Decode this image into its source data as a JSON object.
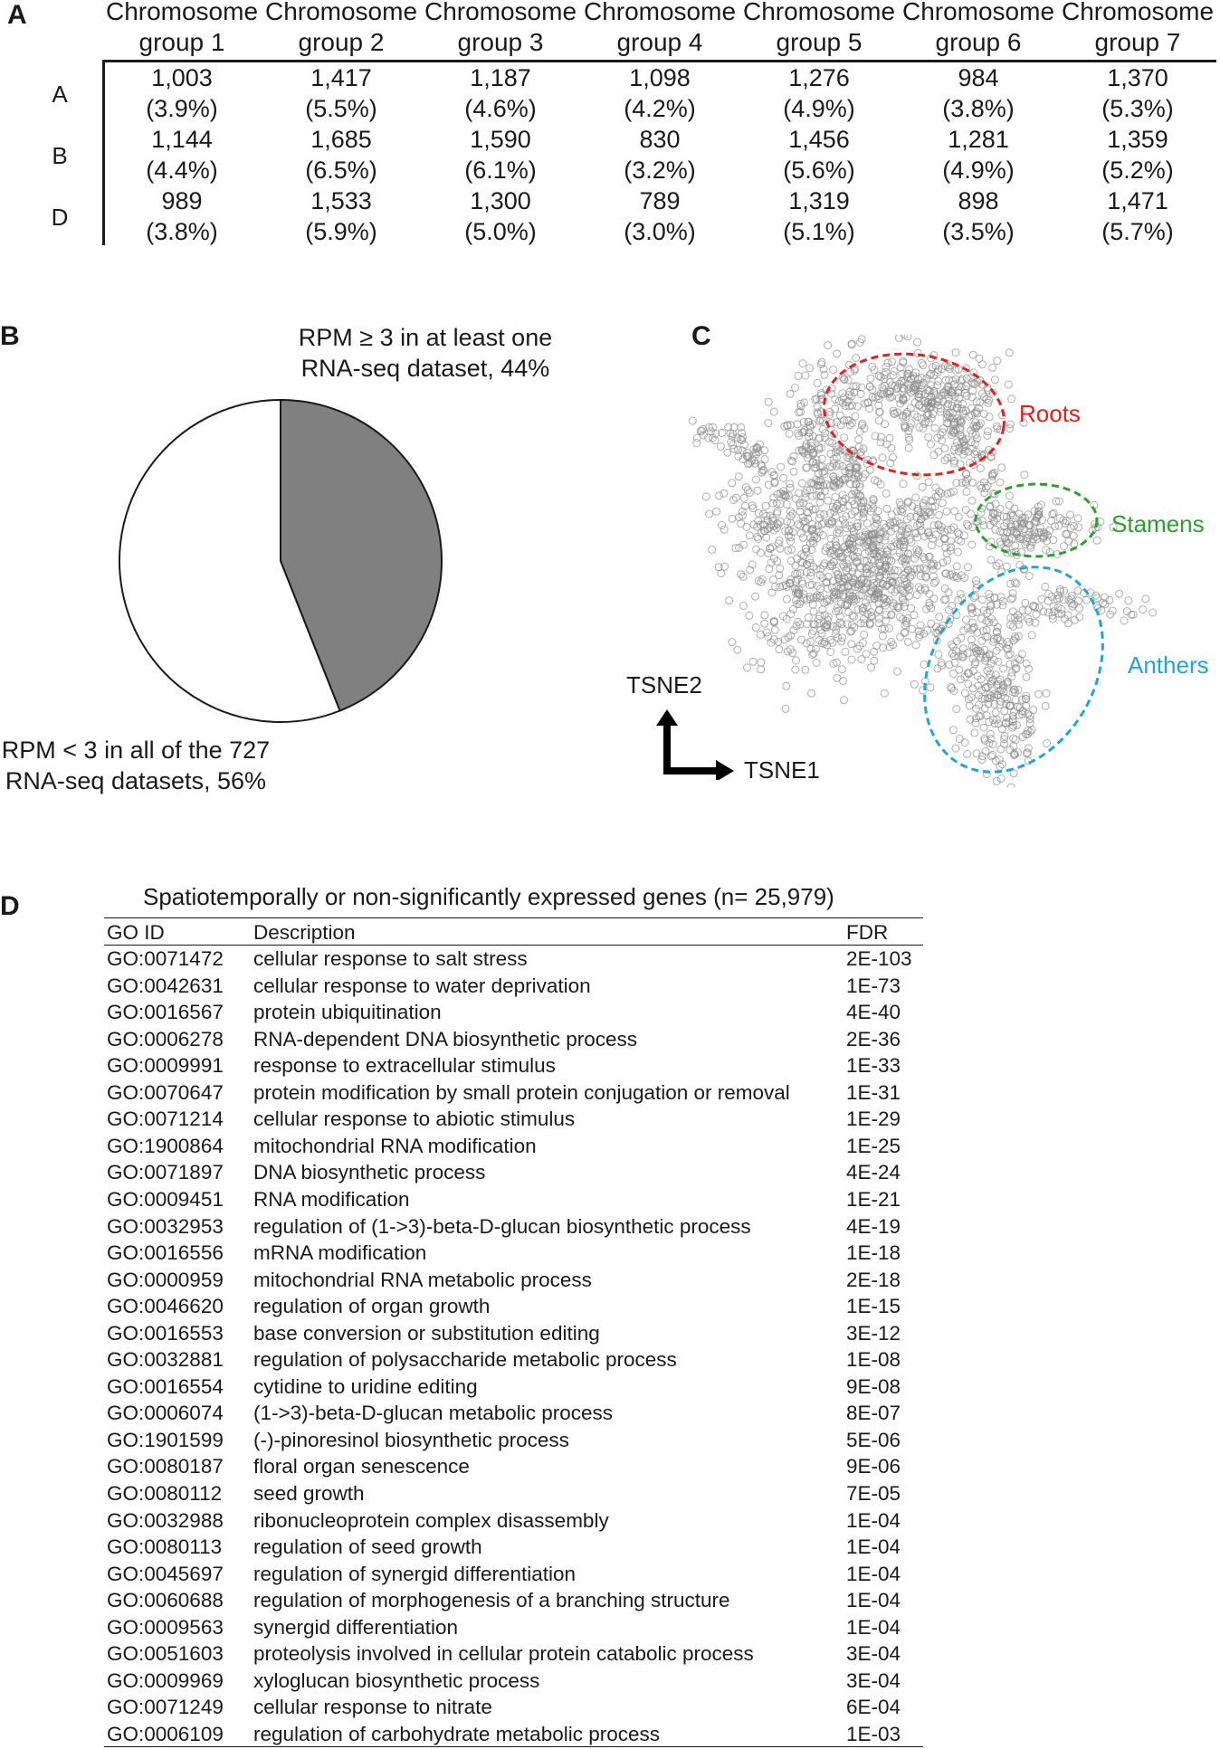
{
  "panels": {
    "a": "A",
    "b": "B",
    "c": "C",
    "d": "D"
  },
  "panel_a": {
    "columns": [
      [
        "Chromosome",
        "group 1"
      ],
      [
        "Chromosome",
        "group 2"
      ],
      [
        "Chromosome",
        "group 3"
      ],
      [
        "Chromosome",
        "group 4"
      ],
      [
        "Chromosome",
        "group 5"
      ],
      [
        "Chromosome",
        "group 6"
      ],
      [
        "Chromosome",
        "group 7"
      ]
    ],
    "rows": [
      {
        "label": "A",
        "cells": [
          [
            "1,003",
            "(3.9%)"
          ],
          [
            "1,417",
            "(5.5%)"
          ],
          [
            "1,187",
            "(4.6%)"
          ],
          [
            "1,098",
            "(4.2%)"
          ],
          [
            "1,276",
            "(4.9%)"
          ],
          [
            "984",
            "(3.8%)"
          ],
          [
            "1,370",
            "(5.3%)"
          ]
        ]
      },
      {
        "label": "B",
        "cells": [
          [
            "1,144",
            "(4.4%)"
          ],
          [
            "1,685",
            "(6.5%)"
          ],
          [
            "1,590",
            "(6.1%)"
          ],
          [
            "830",
            "(3.2%)"
          ],
          [
            "1,456",
            "(5.6%)"
          ],
          [
            "1,281",
            "(4.9%)"
          ],
          [
            "1,359",
            "(5.2%)"
          ]
        ]
      },
      {
        "label": "D",
        "cells": [
          [
            "989",
            "(3.8%)"
          ],
          [
            "1,533",
            "(5.9%)"
          ],
          [
            "1,300",
            "(5.0%)"
          ],
          [
            "789",
            "(3.0%)"
          ],
          [
            "1,319",
            "(5.1%)"
          ],
          [
            "898",
            "(3.5%)"
          ],
          [
            "1,471",
            "(5.7%)"
          ]
        ]
      }
    ]
  },
  "chart_data": [
    {
      "type": "pie",
      "slices": [
        {
          "label_lines": [
            "RPM ≥ 3 in at least one",
            "RNA-seq dataset, 44%"
          ],
          "value": 44,
          "color": "#808080"
        },
        {
          "label_lines": [
            "RPM < 3 in all of the 727",
            "RNA-seq datasets, 56%"
          ],
          "value": 56,
          "color": "#ffffff"
        }
      ]
    },
    {
      "type": "scatter",
      "xlabel": "TSNE1",
      "ylabel": "TSNE2",
      "point_color": "#8c8c8c",
      "clusters": [
        {
          "name": "Roots",
          "color": "#e02020"
        },
        {
          "name": "Stamens",
          "color": "#2ca02c"
        },
        {
          "name": "Anthers",
          "color": "#1fa5d8"
        }
      ]
    },
    {
      "type": "table",
      "title": "Spatiotemporally or non-significantly expressed genes (n= 25,979)",
      "headers": [
        "GO ID",
        "Description",
        "FDR"
      ],
      "rows": [
        [
          "GO:0071472",
          "cellular response to salt stress",
          "2E-103"
        ],
        [
          "GO:0042631",
          "cellular response to water deprivation",
          "1E-73"
        ],
        [
          "GO:0016567",
          "protein ubiquitination",
          "4E-40"
        ],
        [
          "GO:0006278",
          "RNA-dependent DNA biosynthetic process",
          "2E-36"
        ],
        [
          "GO:0009991",
          "response to extracellular stimulus",
          "1E-33"
        ],
        [
          "GO:0070647",
          "protein modification by small protein conjugation or removal",
          "1E-31"
        ],
        [
          "GO:0071214",
          "cellular response to abiotic stimulus",
          "1E-29"
        ],
        [
          "GO:1900864",
          "mitochondrial RNA modification",
          "1E-25"
        ],
        [
          "GO:0071897",
          "DNA biosynthetic process",
          "4E-24"
        ],
        [
          "GO:0009451",
          "RNA modification",
          "1E-21"
        ],
        [
          "GO:0032953",
          "regulation of (1->3)-beta-D-glucan biosynthetic process",
          "4E-19"
        ],
        [
          "GO:0016556",
          "mRNA modification",
          "1E-18"
        ],
        [
          "GO:0000959",
          "mitochondrial RNA metabolic process",
          "2E-18"
        ],
        [
          "GO:0046620",
          "regulation of organ growth",
          "1E-15"
        ],
        [
          "GO:0016553",
          "base conversion or substitution editing",
          "3E-12"
        ],
        [
          "GO:0032881",
          "regulation of polysaccharide metabolic process",
          "1E-08"
        ],
        [
          "GO:0016554",
          "cytidine to uridine editing",
          "9E-08"
        ],
        [
          "GO:0006074",
          "(1->3)-beta-D-glucan metabolic process",
          "8E-07"
        ],
        [
          "GO:1901599",
          "(-)-pinoresinol biosynthetic process",
          "5E-06"
        ],
        [
          "GO:0080187",
          "floral organ senescence",
          "9E-06"
        ],
        [
          "GO:0080112",
          "seed growth",
          "7E-05"
        ],
        [
          "GO:0032988",
          "ribonucleoprotein complex disassembly",
          "1E-04"
        ],
        [
          "GO:0080113",
          "regulation of seed growth",
          "1E-04"
        ],
        [
          "GO:0045697",
          "regulation of synergid differentiation",
          "1E-04"
        ],
        [
          "GO:0060688",
          "regulation of morphogenesis of a branching structure",
          "1E-04"
        ],
        [
          "GO:0009563",
          "synergid differentiation",
          "1E-04"
        ],
        [
          "GO:0051603",
          "proteolysis involved in cellular protein catabolic process",
          "3E-04"
        ],
        [
          "GO:0009969",
          "xyloglucan biosynthetic process",
          "3E-04"
        ],
        [
          "GO:0071249",
          "cellular response to nitrate",
          "6E-04"
        ],
        [
          "GO:0006109",
          "regulation of carbohydrate metabolic process",
          "1E-03"
        ]
      ]
    }
  ]
}
